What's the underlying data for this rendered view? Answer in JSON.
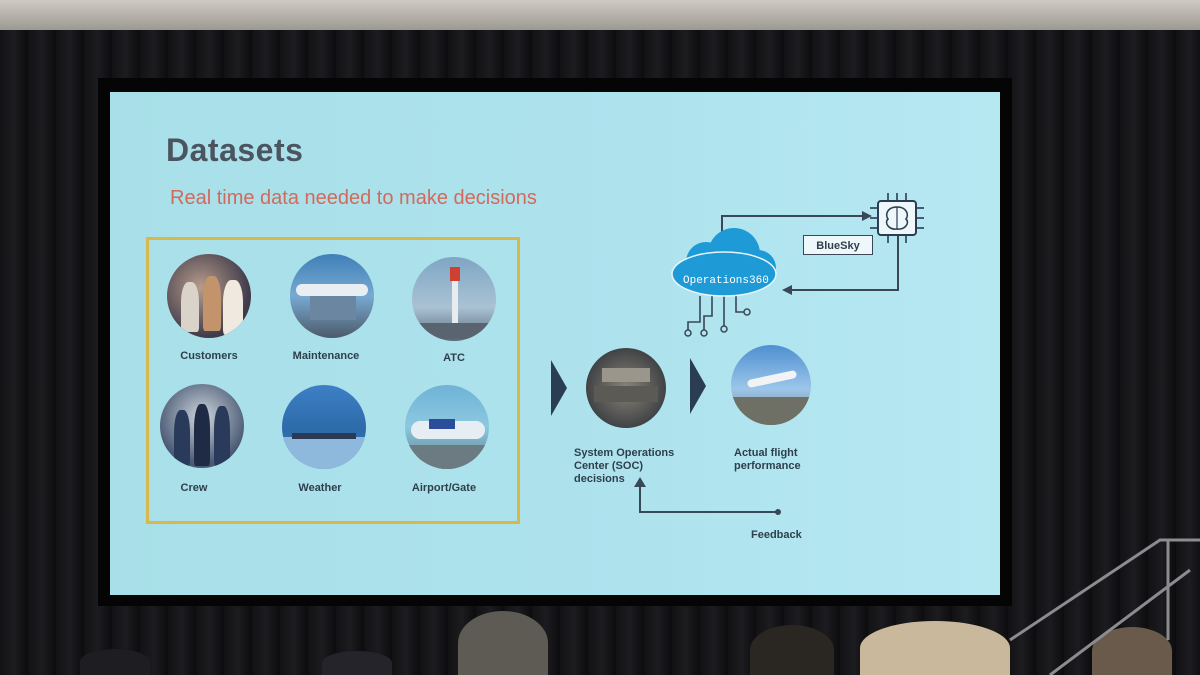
{
  "slide": {
    "title": "Datasets",
    "subtitle": "Real time data needed to make decisions"
  },
  "datasets": {
    "customers": "Customers",
    "maintenance": "Maintenance",
    "atc": "ATC",
    "crew": "Crew",
    "weather": "Weather",
    "airport_gate": "Airport/Gate"
  },
  "flow": {
    "soc_line1": "System Operations",
    "soc_line2": "Center (SOC)",
    "soc_line3": "decisions",
    "perf_line1": "Actual flight",
    "perf_line2": "performance",
    "feedback": "Feedback",
    "cloud": "Operations360",
    "bluesky": "BlueSky"
  },
  "icons": [
    "cloud-icon",
    "ai-brain-chip-icon",
    "triangle-arrow-icon"
  ],
  "colors": {
    "title": "#4a5560",
    "subtitle": "#d26a5c",
    "box_border": "#d8b84a",
    "cloud": "#1e9bd7",
    "arrows": "#2a3d52"
  }
}
